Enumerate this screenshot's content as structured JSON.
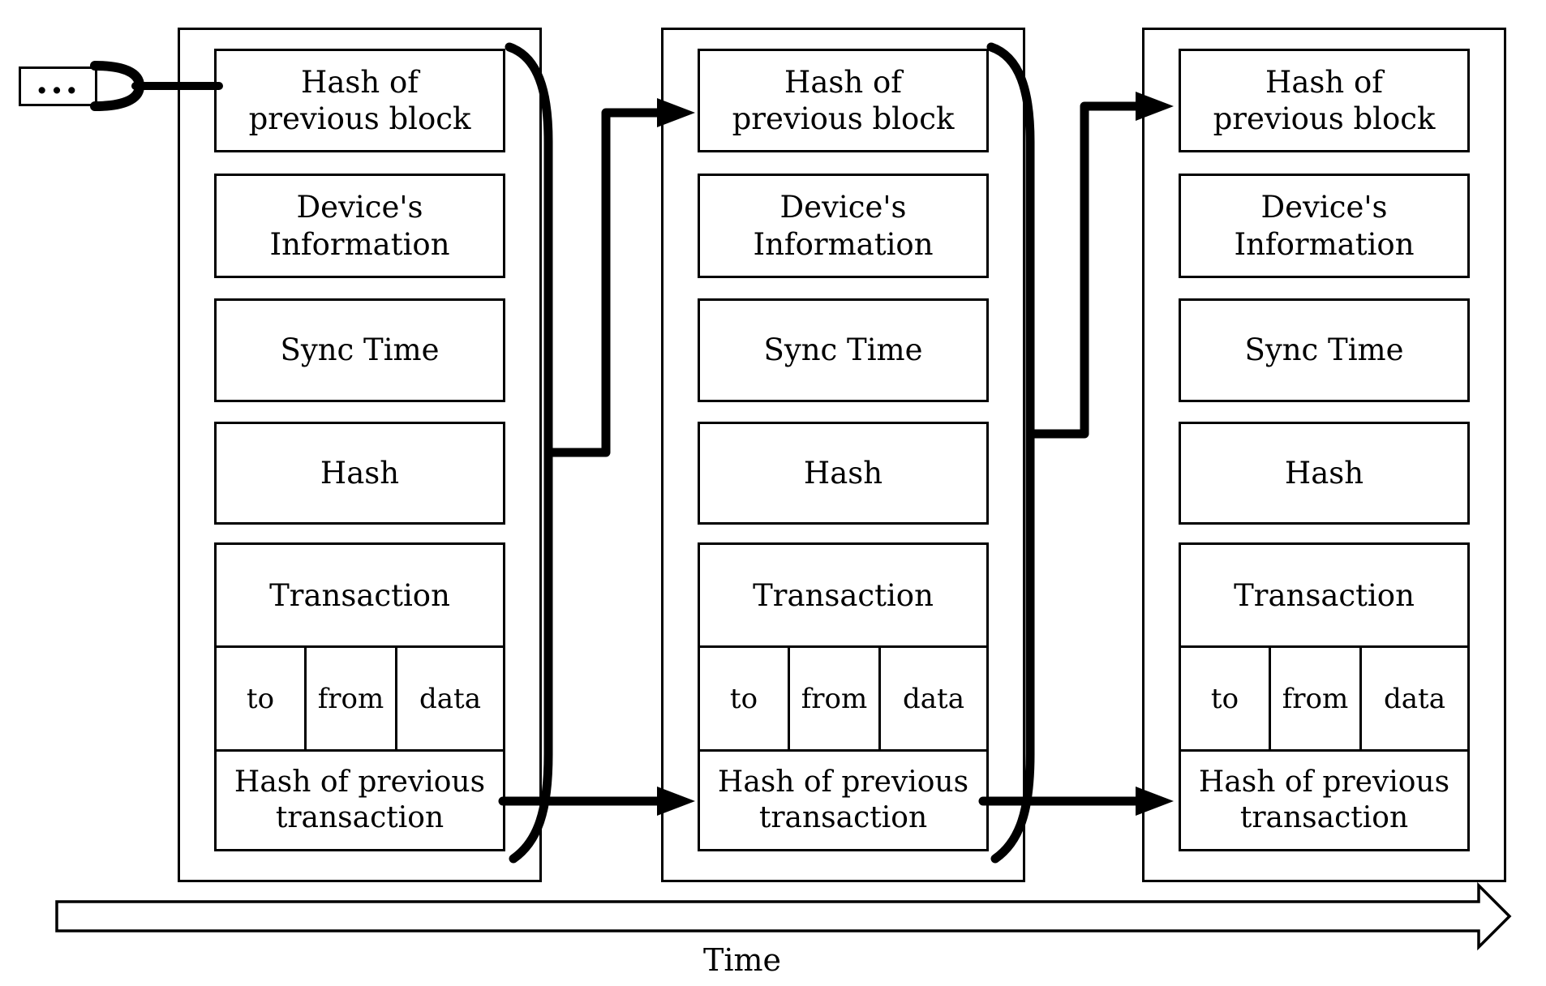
{
  "diagram": {
    "background": "#ffffff",
    "line_color": "#000000",
    "previous_chain": {
      "label": "..."
    },
    "time_axis": {
      "label": "Time"
    },
    "blocks": [
      {
        "cells": {
          "hash_prev_block": "Hash of\nprevious block",
          "device_info": "Device's\nInformation",
          "sync_time": "Sync Time",
          "hash": "Hash",
          "transaction": "Transaction",
          "to": "to",
          "from": "from",
          "data": "data",
          "hash_prev_tx": "Hash of previous\ntransaction"
        }
      },
      {
        "cells": {
          "hash_prev_block": "Hash of\nprevious block",
          "device_info": "Device's\nInformation",
          "sync_time": "Sync Time",
          "hash": "Hash",
          "transaction": "Transaction",
          "to": "to",
          "from": "from",
          "data": "data",
          "hash_prev_tx": "Hash of previous\ntransaction"
        }
      },
      {
        "cells": {
          "hash_prev_block": "Hash of\nprevious block",
          "device_info": "Device's\nInformation",
          "sync_time": "Sync Time",
          "hash": "Hash",
          "transaction": "Transaction",
          "to": "to",
          "from": "from",
          "data": "data",
          "hash_prev_tx": "Hash of previous\ntransaction"
        }
      }
    ]
  }
}
